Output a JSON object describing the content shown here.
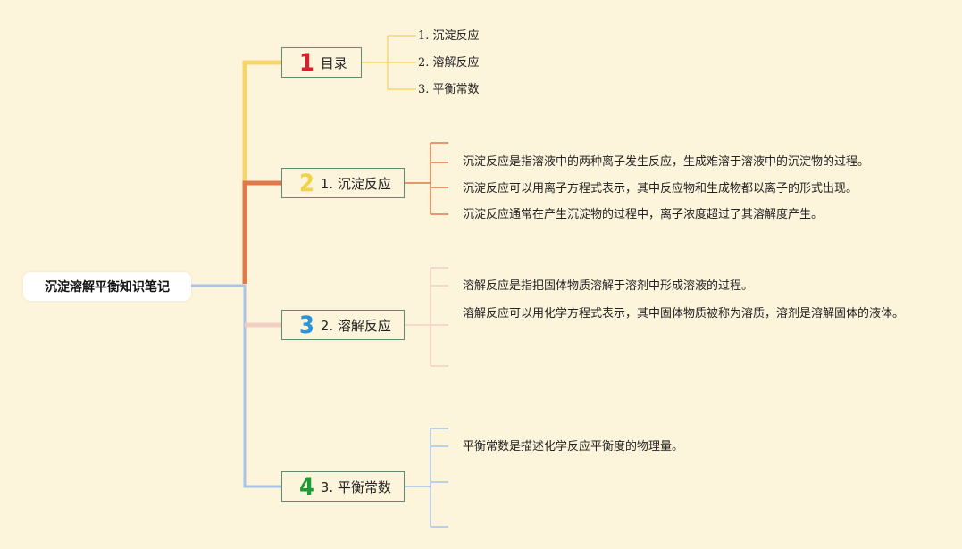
{
  "root": {
    "title": "沉淀溶解平衡知识笔记"
  },
  "colors": {
    "branch1": "#f6d66b",
    "branch2": "#e07848",
    "branch3": "#f3cfc3",
    "branch4": "#a8c4e8",
    "num1": "#d8202a",
    "num2": "#f3d24a",
    "num3": "#2a94d8",
    "num4": "#1f9a34"
  },
  "branches": [
    {
      "number": "1",
      "label": "目录",
      "icon": "number-1-icon",
      "leaves": [
        "1. 沉淀反应",
        "2. 溶解反应",
        "3. 平衡常数"
      ]
    },
    {
      "number": "2",
      "label": "1. 沉淀反应",
      "icon": "number-2-icon",
      "leaves": [
        "沉淀反应是指溶液中的两种离子发生反应，生成难溶于溶液中的沉淀物的过程。",
        "沉淀反应可以用离子方程式表示，其中反应物和生成物都以离子的形式出现。",
        "沉淀反应通常在产生沉淀物的过程中，离子浓度超过了其溶解度产生。"
      ]
    },
    {
      "number": "3",
      "label": "2. 溶解反应",
      "icon": "number-3-icon",
      "leaves": [
        "溶解反应是指把固体物质溶解于溶剂中形成溶液的过程。",
        "溶解反应可以用化学方程式表示，其中固体物质被称为溶质，溶剂是溶解固体的液体。"
      ]
    },
    {
      "number": "4",
      "label": "3. 平衡常数",
      "icon": "number-4-icon",
      "leaves": [
        "平衡常数是描述化学反应平衡度的物理量。"
      ]
    }
  ]
}
